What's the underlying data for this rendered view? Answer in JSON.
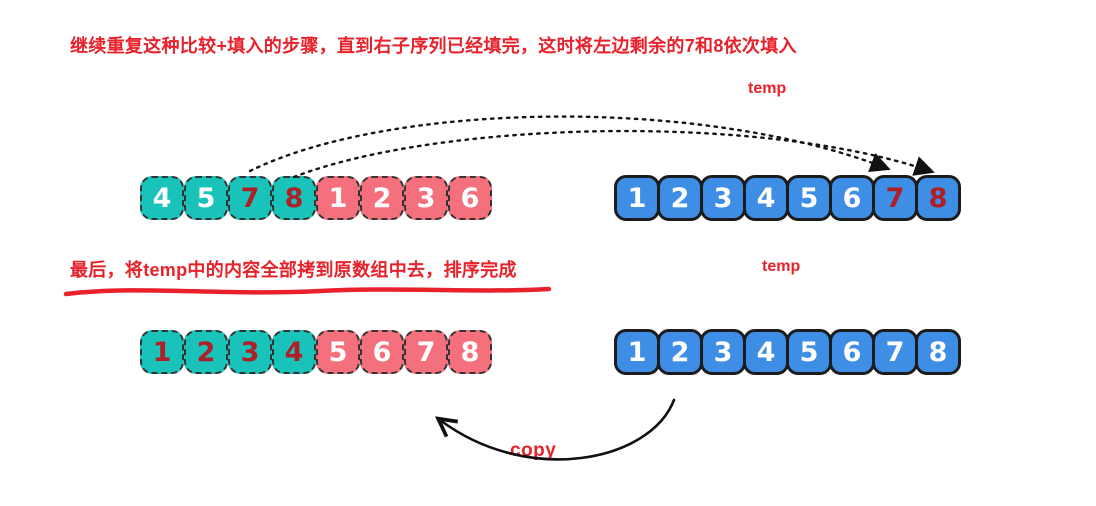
{
  "page": {
    "background": "#ffffff"
  },
  "texts": {
    "step_note": "继续重复这种比较+填入的步骤，直到右子序列已经填完，这时将左边剩余的7和8依次填入",
    "final_note": "最后，将temp中的内容全部拷到原数组中去，排序完成",
    "temp_label_top": "temp",
    "temp_label_mid": "temp",
    "copy_label": "copy"
  },
  "colors": {
    "teal": "#19c3b9",
    "pink": "#f5707d",
    "blue": "#3e8ee6",
    "red": "#e8212b",
    "darkred": "#b01f26",
    "ink": "#1c1c1c"
  },
  "rows": {
    "merge_left": {
      "border": "dashed",
      "cells": [
        {
          "value": "4",
          "bg": "teal",
          "fg": "white"
        },
        {
          "value": "5",
          "bg": "teal",
          "fg": "white"
        },
        {
          "value": "7",
          "bg": "teal",
          "fg": "darkred"
        },
        {
          "value": "8",
          "bg": "teal",
          "fg": "darkred"
        },
        {
          "value": "1",
          "bg": "pink",
          "fg": "white"
        },
        {
          "value": "2",
          "bg": "pink",
          "fg": "white"
        },
        {
          "value": "3",
          "bg": "pink",
          "fg": "white"
        },
        {
          "value": "6",
          "bg": "pink",
          "fg": "white"
        }
      ]
    },
    "merge_temp": {
      "border": "solid",
      "cells": [
        {
          "value": "1",
          "bg": "blue",
          "fg": "white"
        },
        {
          "value": "2",
          "bg": "blue",
          "fg": "white"
        },
        {
          "value": "3",
          "bg": "blue",
          "fg": "white"
        },
        {
          "value": "4",
          "bg": "blue",
          "fg": "white"
        },
        {
          "value": "5",
          "bg": "blue",
          "fg": "white"
        },
        {
          "value": "6",
          "bg": "blue",
          "fg": "white"
        },
        {
          "value": "7",
          "bg": "blue",
          "fg": "darkred"
        },
        {
          "value": "8",
          "bg": "blue",
          "fg": "darkred"
        }
      ]
    },
    "final_array": {
      "border": "dashed",
      "cells": [
        {
          "value": "1",
          "bg": "teal",
          "fg": "darkred"
        },
        {
          "value": "2",
          "bg": "teal",
          "fg": "darkred"
        },
        {
          "value": "3",
          "bg": "teal",
          "fg": "darkred"
        },
        {
          "value": "4",
          "bg": "teal",
          "fg": "darkred"
        },
        {
          "value": "5",
          "bg": "pink",
          "fg": "white"
        },
        {
          "value": "6",
          "bg": "pink",
          "fg": "white"
        },
        {
          "value": "7",
          "bg": "pink",
          "fg": "white"
        },
        {
          "value": "8",
          "bg": "pink",
          "fg": "white"
        }
      ]
    },
    "final_temp": {
      "border": "solid",
      "cells": [
        {
          "value": "1",
          "bg": "blue",
          "fg": "white"
        },
        {
          "value": "2",
          "bg": "blue",
          "fg": "white"
        },
        {
          "value": "3",
          "bg": "blue",
          "fg": "white"
        },
        {
          "value": "4",
          "bg": "blue",
          "fg": "white"
        },
        {
          "value": "5",
          "bg": "blue",
          "fg": "white"
        },
        {
          "value": "6",
          "bg": "blue",
          "fg": "white"
        },
        {
          "value": "7",
          "bg": "blue",
          "fg": "white"
        },
        {
          "value": "8",
          "bg": "blue",
          "fg": "white"
        }
      ]
    }
  },
  "graphics": {
    "merge_arrow_7": "dotted-curved-arrow",
    "merge_arrow_8": "dotted-curved-arrow",
    "underline": "red-marker-underline",
    "copy_arrow": "curved-arrow"
  }
}
